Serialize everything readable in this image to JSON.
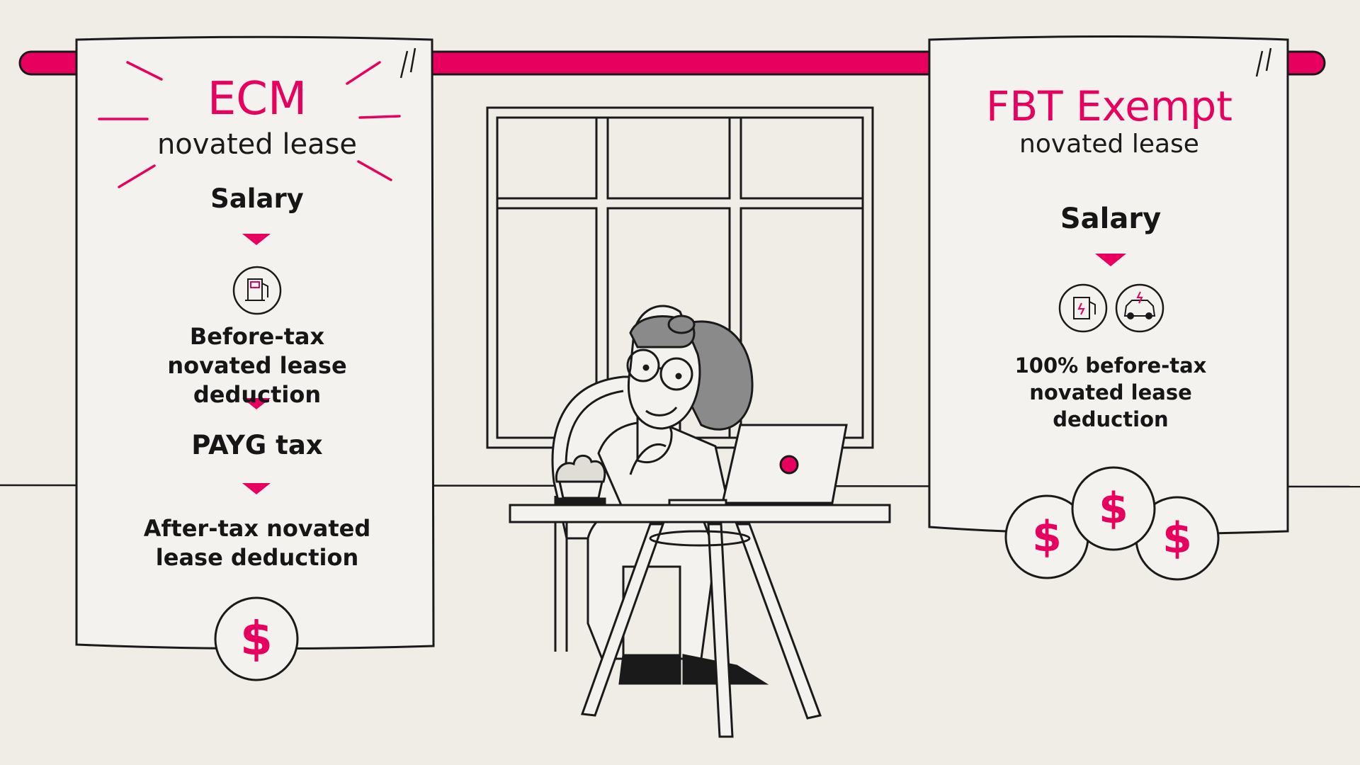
{
  "colors": {
    "accent": "#e8005f",
    "ink": "#161616",
    "paper": "#f0ede7",
    "card": "#f4f2ee"
  },
  "ecm": {
    "title": "ECM",
    "subtitle": "novated lease",
    "steps": [
      "Salary",
      "Before-tax novated lease deduction",
      "PAYG tax",
      "After-tax novated lease deduction"
    ],
    "coin_symbol": "$",
    "icon": "fuel-pump-icon"
  },
  "fbt": {
    "title": "FBT Exempt",
    "subtitle": "novated lease",
    "steps": [
      "Salary",
      "100% before-tax novated lease deduction"
    ],
    "coin_symbol": "$",
    "icons": [
      "ev-charger-icon",
      "electric-car-icon"
    ]
  }
}
